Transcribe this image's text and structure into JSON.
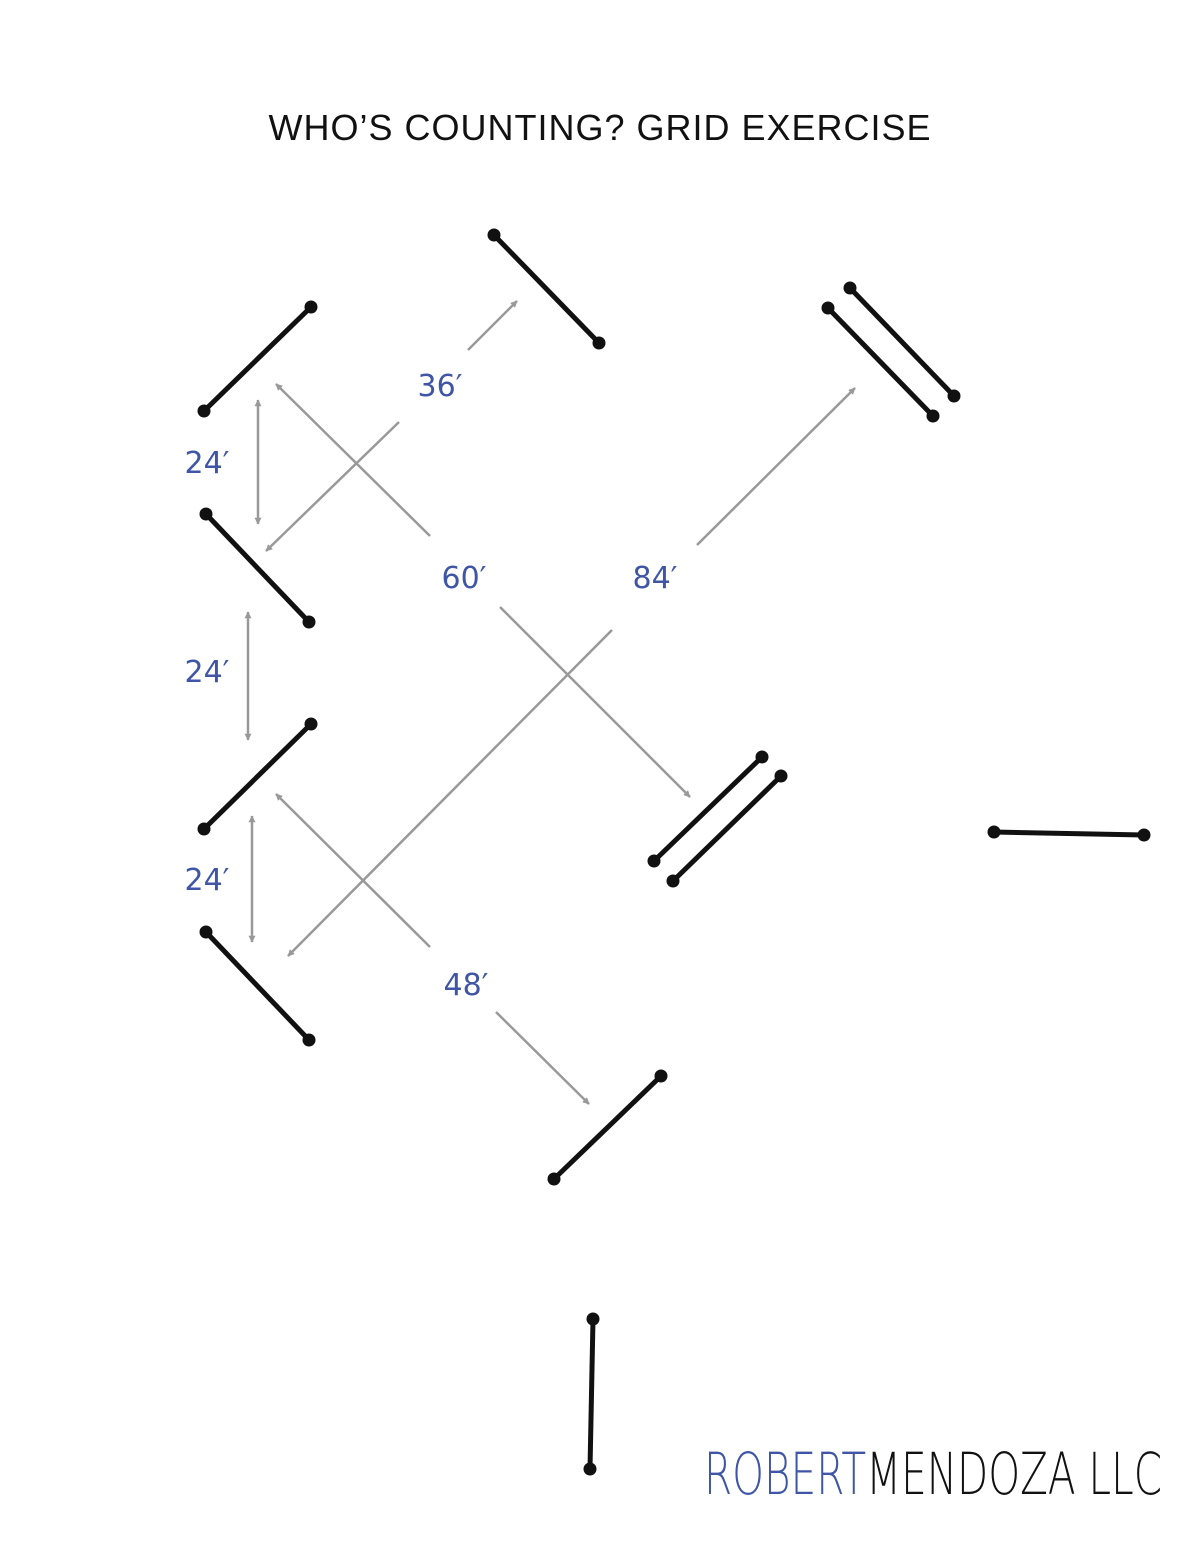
{
  "title": "WHO’S COUNTING? GRID EXERCISE",
  "colors": {
    "pole": "#111111",
    "arrow": "#999999",
    "label": "#3f55a5",
    "logo_blue": "#3f55a5",
    "logo_black": "#111111"
  },
  "distances": {
    "d1": "24′",
    "d2": "24′",
    "d3": "24′",
    "d4": "36′",
    "d5": "60′",
    "d6": "84′",
    "d7": "48′"
  },
  "logo": {
    "part1": "ROBERT",
    "part2": "MENDOZA LLC"
  }
}
